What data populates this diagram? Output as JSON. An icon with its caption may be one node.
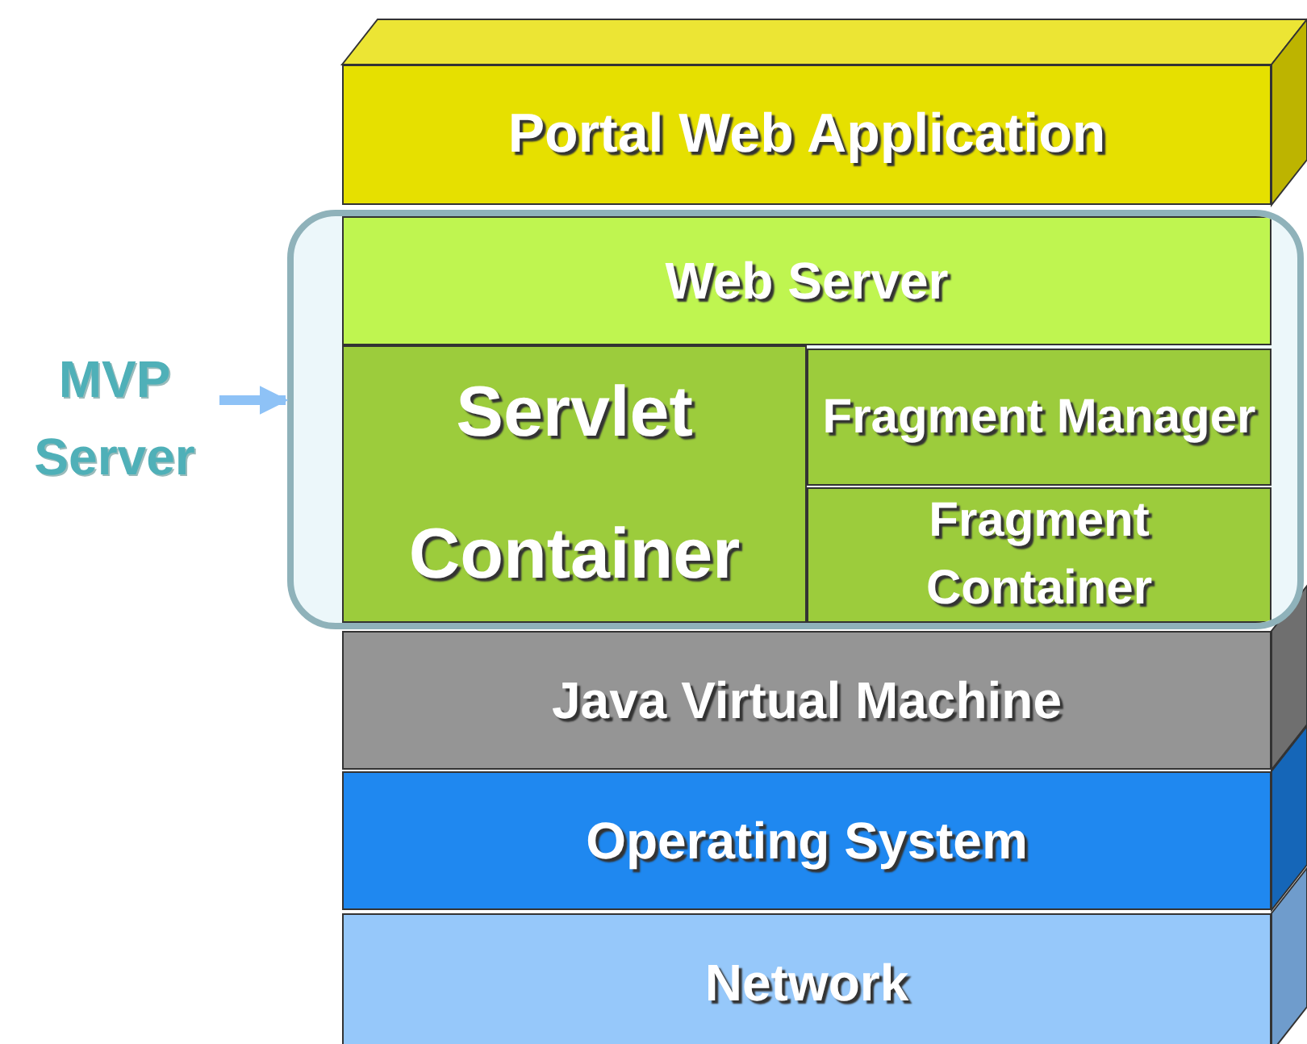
{
  "diagram": {
    "nodes": [
      {
        "text": [
          "Portal Web Application"
        ]
      },
      {
        "text": [
          "MVP Server"
        ]
      },
      {
        "text": [],
        "shape": "box"
      },
      {
        "text": [
          "Web Server"
        ],
        "in": 2
      },
      {
        "text": [
          "Servlet Container"
        ],
        "in": 2
      },
      {
        "text": [
          "Fragment Manager"
        ],
        "in": 2
      },
      {
        "text": [
          "Fragment Container"
        ],
        "in": 2
      },
      {
        "text": [
          "Java Virtual Machine"
        ]
      },
      {
        "text": [
          "Operating System"
        ]
      },
      {
        "text": [
          "Network"
        ]
      }
    ],
    "edges": [
      {
        "from": 1,
        "to": 2,
        "arrow": "to"
      }
    ]
  }
}
